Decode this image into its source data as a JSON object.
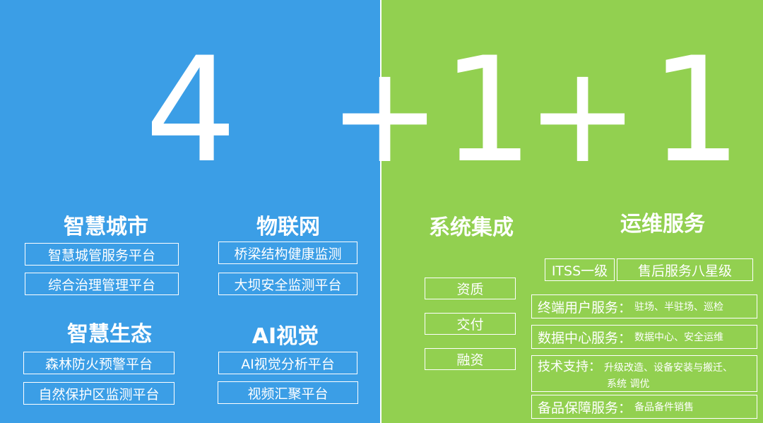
{
  "colors": {
    "left_bg": "#3b9ee6",
    "right_bg": "#92d050",
    "text": "#ffffff"
  },
  "formula": {
    "four": "4",
    "plus1": "+",
    "one1": "1",
    "plus2": "+",
    "one2": "1"
  },
  "smart_city": {
    "title": "智慧城市",
    "items": [
      "智慧城管服务平台",
      "综合治理管理平台"
    ]
  },
  "iot": {
    "title": "物联网",
    "items": [
      "桥梁结构健康监测",
      "大坝安全监测平台"
    ]
  },
  "smart_eco": {
    "title": "智慧生态",
    "items": [
      "森林防火预警平台",
      "自然保护区监测平台"
    ]
  },
  "ai_vision": {
    "title": "AI视觉",
    "items": [
      "AI视觉分析平台",
      "视频汇聚平台"
    ]
  },
  "integration": {
    "title": "系统集成",
    "items": [
      "资质",
      "交付",
      "融资"
    ]
  },
  "ops": {
    "title": "运维服务",
    "tags": [
      "ITSS一级",
      "售后服务八星级"
    ],
    "services": [
      {
        "label": "终端用户服务：",
        "detail": "驻场、半驻场、巡检"
      },
      {
        "label": "数据中心服务：",
        "detail": "数据中心、安全运维"
      },
      {
        "label": "技术支持：",
        "detail": "升级改造、设备安装与搬迁、",
        "detail2": "系统 调优"
      },
      {
        "label": "备品保障服务：",
        "detail": "备品备件销售"
      }
    ]
  }
}
